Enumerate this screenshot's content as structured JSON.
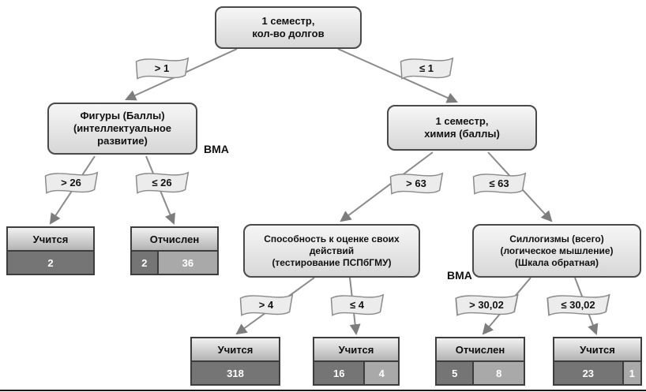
{
  "nodes": {
    "root": {
      "label": "1 семестр,\nкол-во долгов"
    },
    "figures": {
      "label": "Фигуры (Баллы)\n(интеллектуальное\nразвитие)"
    },
    "chemistry": {
      "label": "1 семестр,\nхимия (баллы)"
    },
    "ability": {
      "label": "Способность к оценке своих\nдействий\n(тестирование ПСПбГМУ)"
    },
    "syllogisms": {
      "label": "Силлогизмы (всего)\n(логическое мышление)\n(Шкала обратная)"
    }
  },
  "branches": {
    "gt1": "> 1",
    "le1": "≤ 1",
    "gt26": "> 26",
    "le26": "≤ 26",
    "gt63": "> 63",
    "le63": "≤ 63",
    "gt4": "> 4",
    "le4": "≤ 4",
    "gt3002": "> 30,02",
    "le3002": "≤ 30,02"
  },
  "annotations": {
    "bma_left": "ВМА",
    "bma_right": "ВМА"
  },
  "leaves": {
    "uchitsya_left": {
      "title": "Учится",
      "cells": [
        "2"
      ]
    },
    "otchislen_left": {
      "title": "Отчислен",
      "cells": [
        "2",
        "36"
      ]
    },
    "uchitsya_318": {
      "title": "Учится",
      "cells": [
        "318"
      ]
    },
    "uchitsya_16_4": {
      "title": "Учится",
      "cells": [
        "16",
        "4"
      ]
    },
    "otchislen_5_8": {
      "title": "Отчислен",
      "cells": [
        "5",
        "8"
      ]
    },
    "uchitsya_23_1": {
      "title": "Учится",
      "cells": [
        "23",
        "1"
      ]
    }
  },
  "colors": {
    "node_border": "#4a4a4a",
    "node_fill_top": "#f6f6f6",
    "node_fill_bottom": "#d7d7d7",
    "cell_dark": "#757575",
    "cell_light": "#a9a9a9",
    "edge": "#8a8a8a"
  }
}
